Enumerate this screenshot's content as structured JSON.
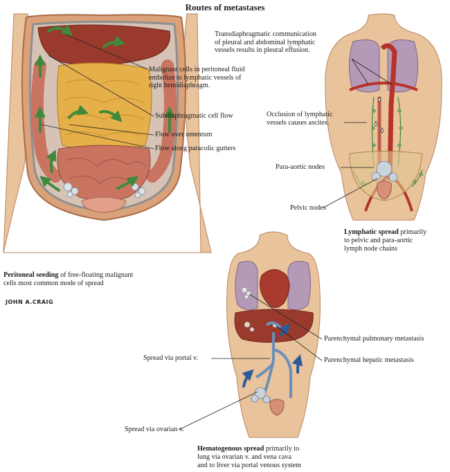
{
  "title": "Routes of metastases",
  "peritoneal": {
    "labels": {
      "malignant_cells": [
        "Malignant cells in peritoneal fluid",
        "embolize to lymphatic vessels of",
        "right hemidiaphragm."
      ],
      "subdiaphragmatic": "Subdiaphragmatic cell flow",
      "omentum": "Flow over omentum",
      "paracolic": "Flow along paracolic gutters"
    },
    "caption_bold": "Peritoneal seeding",
    "caption_rest_1": " of free-floating malignant",
    "caption_rest_2": "cells most common mode of spread",
    "signature": "JOHN A.CRAIG"
  },
  "lymphatic": {
    "labels": {
      "transdiaphragmatic": [
        "Transdiaphragmatic communication",
        "of pleural and abdominal lymphatic",
        "vessels results in pleural effusion."
      ],
      "occlusion": [
        "Occlusion of lymphatic",
        "vessels causes ascites."
      ],
      "para_aortic": "Para-aortic nodes",
      "pelvic": "Pelvic nodes"
    },
    "caption_bold": "Lymphatic spread",
    "caption_rest_1": " primarily",
    "caption_rest_2": "to pelvic and para-aortic",
    "caption_rest_3": "lymph node chains"
  },
  "hematogenous": {
    "labels": {
      "pulmonary": "Parenchymal pulmonary metastasis",
      "portal": "Spread via portal v.",
      "hepatic": "Parenchymal hepatic metastasis",
      "ovarian": "Spread via ovarian v."
    },
    "caption_bold": "Hematogenous spread",
    "caption_rest_1": " primarily to",
    "caption_rest_2": "lung via ovarian v. and vena cava",
    "caption_rest_3": "and to liver via portal venous system"
  },
  "colors": {
    "skin": "#e8c39c",
    "skin_shadow": "#c98f63",
    "liver": "#9a3a2c",
    "lung": "#b59ab8",
    "omentum": "#e5b04a",
    "intestine": "#c97361",
    "vessel_red": "#b5332a",
    "vein_blue": "#6a8fb8",
    "arrow_green": "#3f8a3a",
    "arrow_blue": "#2d5b9a"
  }
}
